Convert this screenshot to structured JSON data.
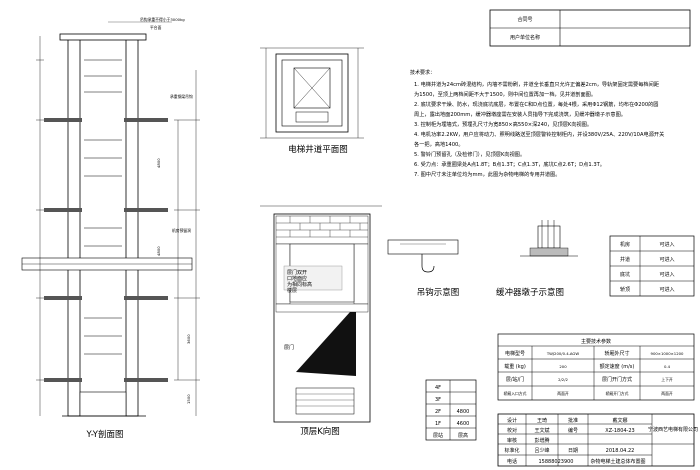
{
  "contract_box": {
    "contract_no_label": "合同号",
    "user_unit_label": "用户单位名称"
  },
  "views": {
    "section_view_title": "Y-Y剖面图",
    "shaft_plan_title": "电梯井道平面图",
    "top_floor_k_view_title": "顶层K向图",
    "hook_title": "吊钩示意图",
    "buffer_title": "缓冲器墩子示意图",
    "hall_door_label": "层门",
    "landing_tag_label": "层门",
    "overlay_note": "层门双开口地面应为相同标高楼层"
  },
  "section_view": {
    "top_note": "吊钩承重不得小于3000kg",
    "top_note_2": "平台面",
    "hook_note": "承重钢梁吊钩",
    "door_note": "机房预留洞",
    "dim_labels": [
      "4800",
      "4800",
      "3600",
      "1500"
    ]
  },
  "technical_requirements": {
    "title": "技术要求：",
    "items": [
      "1. 电梯井道为24cm砖混结构，内墙不需粉刷，井道全长垂直只允许正偏差2cm，导轨架固定需要每档间距",
      "为1500，至顶上两档间距不大于1500，则中间位置再加一档，见井道剖面图。",
      "2. 底坑要求干燥、防水，现浇底坑底层，布置在C和D点位置，每处4根，采用Φ12钢筋，均布在Φ200的圆",
      "周上，露出地面200mm，缓冲器墩座需在安装人员指导下完成浇筑，见缓冲器墩子示意图。",
      "3. 控制柜为埋墙式，预埋孔尺寸为宽850×高550×深240，见顶层K向视图。",
      "4. 电机功率2.2KW，用户应将动力、照明线路送至顶层警铃控制柜内，并设380V/25A、220V/10A电源开关",
      "各一把，高地1400。",
      "5. 警铃门预留孔（及检修门），见顶层K向视图。",
      "6. 受力点：承重圈梁处A点1.8T；B点1.3T；C点1.3T，底坑C点2.6T；D点1.3T。",
      "7. 图中尺寸未注单位均为mm，此图为杂物电梯的专用井道图。"
    ]
  },
  "access_table": {
    "rows": [
      {
        "location": "机房",
        "status": "可进入"
      },
      {
        "location": "井道",
        "status": "可进入"
      },
      {
        "location": "底坑",
        "status": "可进入"
      },
      {
        "location": "轿顶",
        "status": "可进入"
      }
    ]
  },
  "floor_table": {
    "rows": [
      {
        "floor": "4F",
        "height": ""
      },
      {
        "floor": "3F",
        "height": ""
      },
      {
        "floor": "2F",
        "height": "4800"
      },
      {
        "floor": "1F",
        "height": "4600"
      },
      {
        "floor": "层站",
        "height": "层高"
      }
    ]
  },
  "main_params": {
    "title": "主要技术参数",
    "rows": [
      {
        "l1": "电梯型号",
        "v1": "TWJ200/0.4-AGW",
        "l2": "轿厢外尺寸",
        "v2": "900×1000×1200"
      },
      {
        "l1": "载重 (kg)",
        "v1": "200",
        "l2": "额定速度 (m/s)",
        "v2": "0.4"
      },
      {
        "l1": "层/站/门",
        "v1": "2/2/2",
        "l2": "层门开门方式",
        "v2": "上下开"
      },
      {
        "l1": "轿厢入口方式",
        "v1": "两面开",
        "l2": "轿厢开门方式",
        "v2": "两面开"
      }
    ]
  },
  "title_block": {
    "rows": [
      {
        "a": "设计",
        "b": "王琦",
        "c": "批准",
        "d": "戴文娜"
      },
      {
        "a": "校对",
        "b": "王文斌",
        "c": "编号",
        "d": "XZ-1804-23"
      },
      {
        "a": "审核",
        "b": "彭增腾",
        "c": "",
        "d": ""
      },
      {
        "a": "标准化",
        "b": "吕少峰",
        "c": "日期",
        "d": "2018.04.22"
      },
      {
        "a": "电话",
        "b": "15888023900",
        "c": "",
        "d": ""
      }
    ],
    "company": "宁波西艺电梯有限公司",
    "drawing_name": "杂物电梯土建总体布置图"
  }
}
